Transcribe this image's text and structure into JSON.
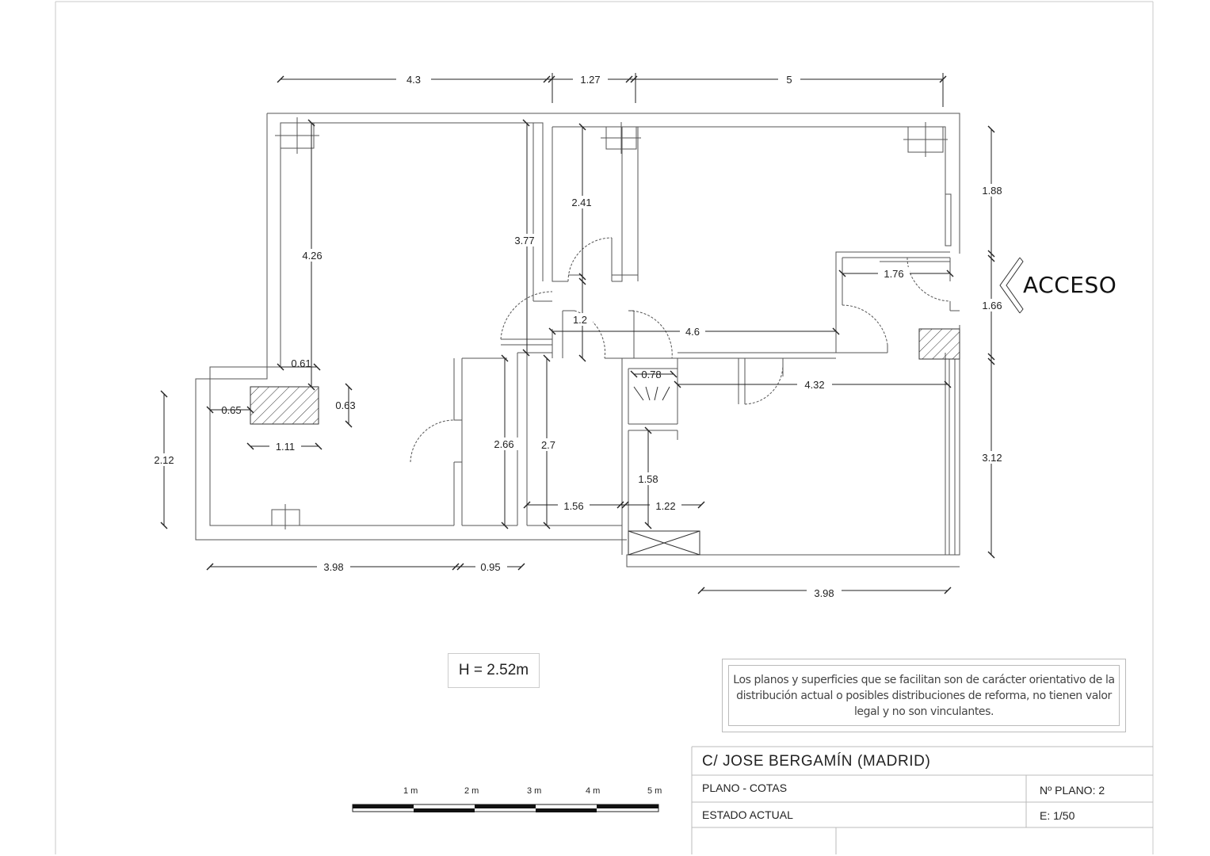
{
  "labels": {
    "acceso": "ACCESO",
    "height": "H = 2.52m"
  },
  "disclaimer": "Los planos y superficies que se facilitan son de carácter orientativo de la distribución actual o posibles distribuciones de reforma, no tienen valor legal y no son vinculantes.",
  "title_block": {
    "address": "C/  JOSE BERGAMÍN   (MADRID)",
    "plan_type": "PLANO   -  COTAS",
    "plan_number": "Nº PLANO:  2",
    "state": "ESTADO  ACTUAL",
    "scale": "E: 1/50"
  },
  "scale_bar": {
    "labels": [
      "1 m",
      "2 m",
      "3 m",
      "4 m",
      "5 m"
    ]
  },
  "dimensions": {
    "top_1": "4.3",
    "top_2": "1.27",
    "top_3": "5",
    "left_room_height": "4.26",
    "hall_height": "3.77",
    "corridor_upper": "2.41",
    "right_top": "1.88",
    "entry_width": "1.76",
    "entry_height": "1.66",
    "corridor_width": "1.2",
    "corridor_length": "4.6",
    "chimney_top": "0.61",
    "chimney_side": "0.65",
    "chimney_depth": "0.63",
    "chimney_width": "1.11",
    "left_wing": "2.12",
    "bath_width": "0.78",
    "room_right_width": "4.32",
    "kitchen_a": "2.66",
    "kitchen_b": "2.7",
    "right_lower": "3.12",
    "store": "1.58",
    "bottom_mid_a": "1.56",
    "bottom_mid_b": "1.22",
    "bottom_left": "3.98",
    "bottom_left_2": "0.95",
    "bottom_right": "3.98"
  },
  "colors": {
    "wall": "#555555",
    "dim_line": "#222222",
    "hatch": "#333333"
  }
}
